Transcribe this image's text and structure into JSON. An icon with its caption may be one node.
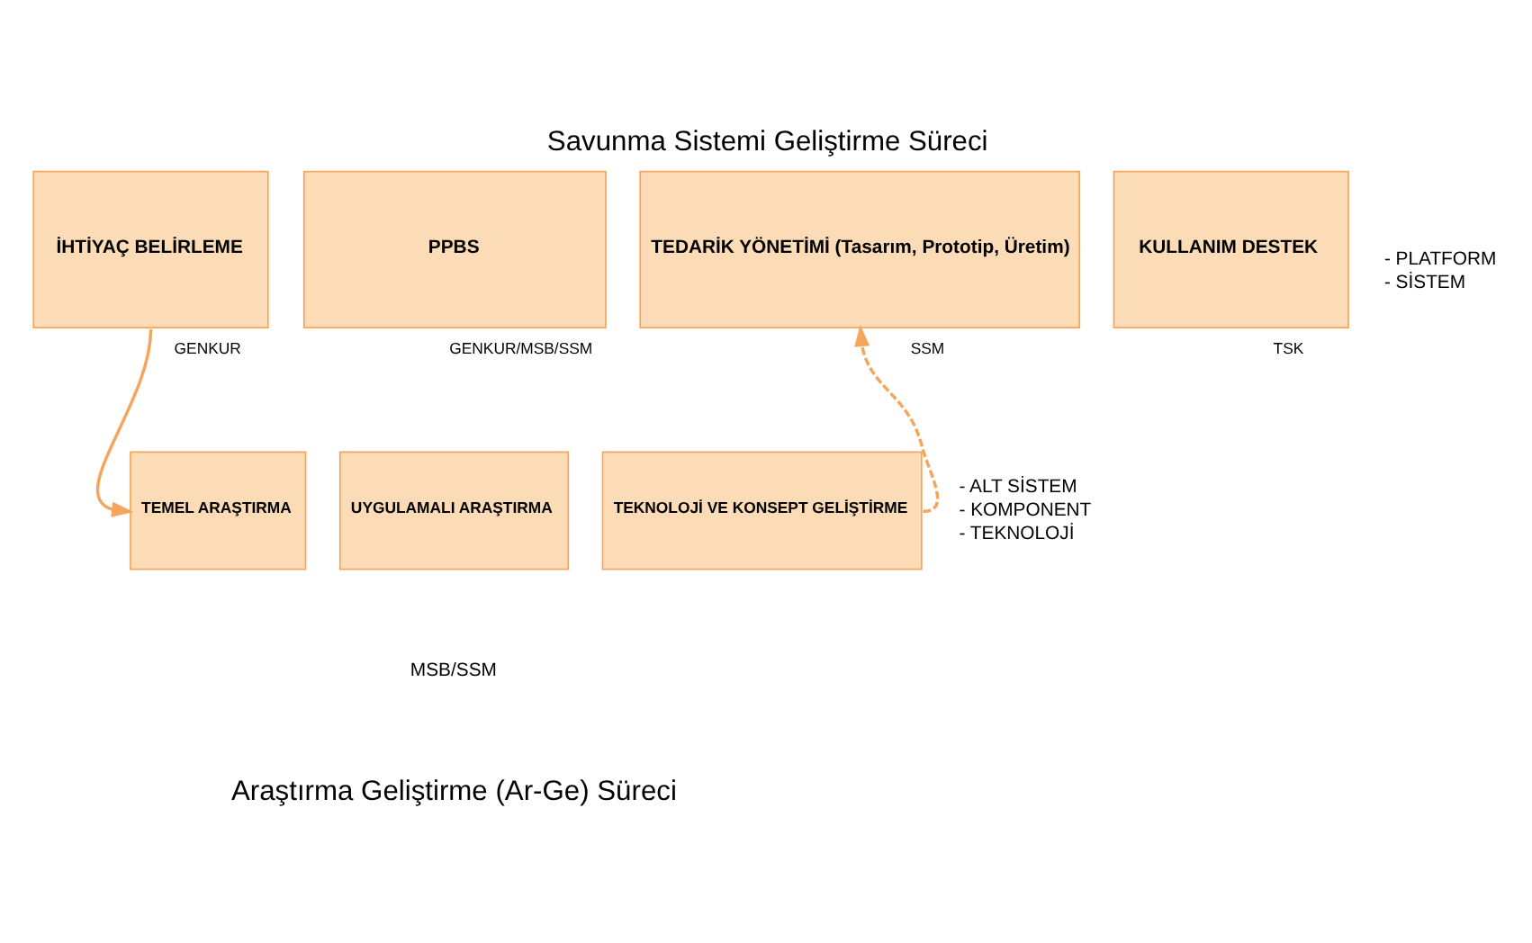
{
  "diagram": {
    "title": "Savunma Sistemi Geliştirme Süreci",
    "caption": "Araştırma Geliştirme (Ar-Ge) Süreci",
    "nodes": [
      {
        "text": [
          "İHTİYAÇ BELİRLEME"
        ],
        "beside": [
          "GENKUR"
        ]
      },
      {
        "text": [
          "PPBS"
        ],
        "beside": [
          "GENKUR/MSB/SSM"
        ]
      },
      {
        "text": [
          "TEDARİK YÖNETİMİ (Tasarım, Prototip, Üretim)"
        ],
        "beside": [
          "SSM"
        ]
      },
      {
        "text": [
          "KULLANIM DESTEK"
        ],
        "beside": [
          "TSK"
        ]
      },
      {
        "text": [
          "TEMEL ARAŞTIRMA"
        ]
      },
      {
        "text": [
          "UYGULAMALI ARAŞTIRMA"
        ]
      },
      {
        "text": [
          "TEKNOLOJİ VE KONSEPT GELİŞTİRME"
        ]
      }
    ],
    "edges": [
      {
        "from": 0,
        "to": 4,
        "arrow": "to"
      },
      {
        "from": 6,
        "to": 2,
        "arrow": "to",
        "style": "dashed"
      }
    ],
    "labels": [
      "- PLATFORM",
      "- SİSTEM",
      "- ALT SİSTEM",
      "- KOMPONENT",
      "- TEKNOLOJİ",
      "MSB/SSM"
    ]
  }
}
